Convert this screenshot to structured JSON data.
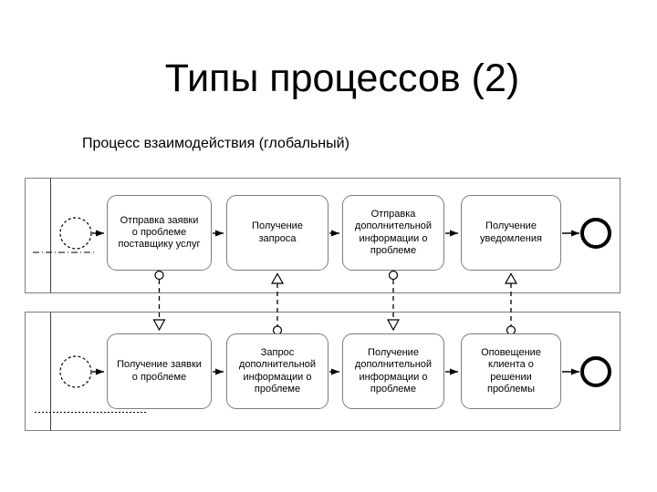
{
  "slide": {
    "title": "Типы процессов (2)",
    "subtitle": "Процесс взаимодействия (глобальный)"
  },
  "diagram": {
    "type": "bpmn-collaboration",
    "lanes": [
      {
        "id": "top-pool",
        "tasks": [
          "Отправка заявки\nо проблеме\nпоставщику услуг",
          "Получение\nзапроса",
          "Отправка\nдополнительной\nинформации о\nпроблеме",
          "Получение\nуведомления"
        ]
      },
      {
        "id": "bottom-pool",
        "tasks": [
          "Получение заявки\nо проблеме",
          "Запрос\nдополнительной\nинформации о\nпроблеме",
          "Получение\nдополнительной\nинформации о\nпроблеме",
          "Оповещение\nклиента о\nрешении\nпроблемы"
        ]
      }
    ],
    "message_flows": [
      {
        "from": "top-pool.task1",
        "to": "bottom-pool.task1",
        "direction": "down"
      },
      {
        "from": "bottom-pool.task2",
        "to": "top-pool.task2",
        "direction": "up"
      },
      {
        "from": "top-pool.task3",
        "to": "bottom-pool.task3",
        "direction": "down"
      },
      {
        "from": "bottom-pool.task4",
        "to": "top-pool.task4",
        "direction": "up"
      }
    ],
    "colors": {
      "background": "#ffffff",
      "pool_border": "#7e7e7e",
      "task_border": "#7d7d7d",
      "flow": "#000000",
      "text": "#000000"
    }
  }
}
